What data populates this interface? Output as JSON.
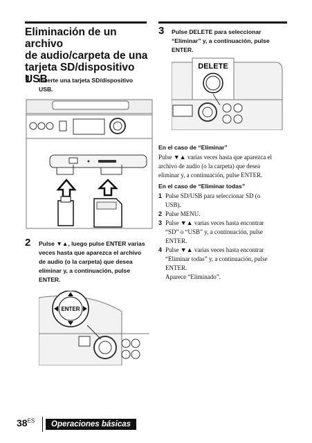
{
  "section": {
    "title_lines": [
      "Eliminación de un archivo",
      "de audio/carpeta de una",
      "tarjeta SD/dispositivo",
      "USB"
    ]
  },
  "steps": [
    {
      "number": "1",
      "lines": [
        "Inserte una tarjeta SD/dispositivo",
        "USB."
      ]
    },
    {
      "number": "2",
      "lines": [
        "Pulse ▼▲, luego pulse ENTER varias",
        "veces hasta que aparezca el archivo",
        "de audio (o la carpeta) que desea",
        "eliminar y, a continuación, pulse",
        "ENTER."
      ]
    },
    {
      "number": "3",
      "lines": [
        "Pulse DELETE para seleccionar",
        "“Eliminar” y, a continuación, pulse",
        "ENTER."
      ]
    }
  ],
  "illustrations": {
    "enter_label": "ENTER",
    "delete_label": "DELETE"
  },
  "eliminar": {
    "heading": "En el caso de “Eliminar”",
    "lines": [
      "Pulse ▼▲ varias veces hasta que aparezca el",
      "archivo de audio (o la carpeta) que desea",
      "eliminar y, a continuación, pulse ENTER."
    ]
  },
  "eliminar_todas": {
    "heading": "En el caso de “Eliminar todas”",
    "items": [
      {
        "n": "1",
        "lines": [
          "Pulse SD/USB para seleccionar SD (o",
          "USB)."
        ]
      },
      {
        "n": "2",
        "lines": [
          "Pulse MENU."
        ]
      },
      {
        "n": "3",
        "lines": [
          "Pulse ▼▲ varias veces hasta encontrar",
          "“SD” o “USB” y, a continuación, pulse",
          "ENTER."
        ]
      },
      {
        "n": "4",
        "lines": [
          "Pulse ▼▲ varias veces hasta encontrar",
          "“Eliminar todas” y, a continuación, pulse",
          "ENTER.",
          "Aparece “Eliminado”."
        ]
      }
    ]
  },
  "footer": {
    "page_number": "38",
    "page_suffix": "ES",
    "section_tab": "Operaciones básicas"
  }
}
